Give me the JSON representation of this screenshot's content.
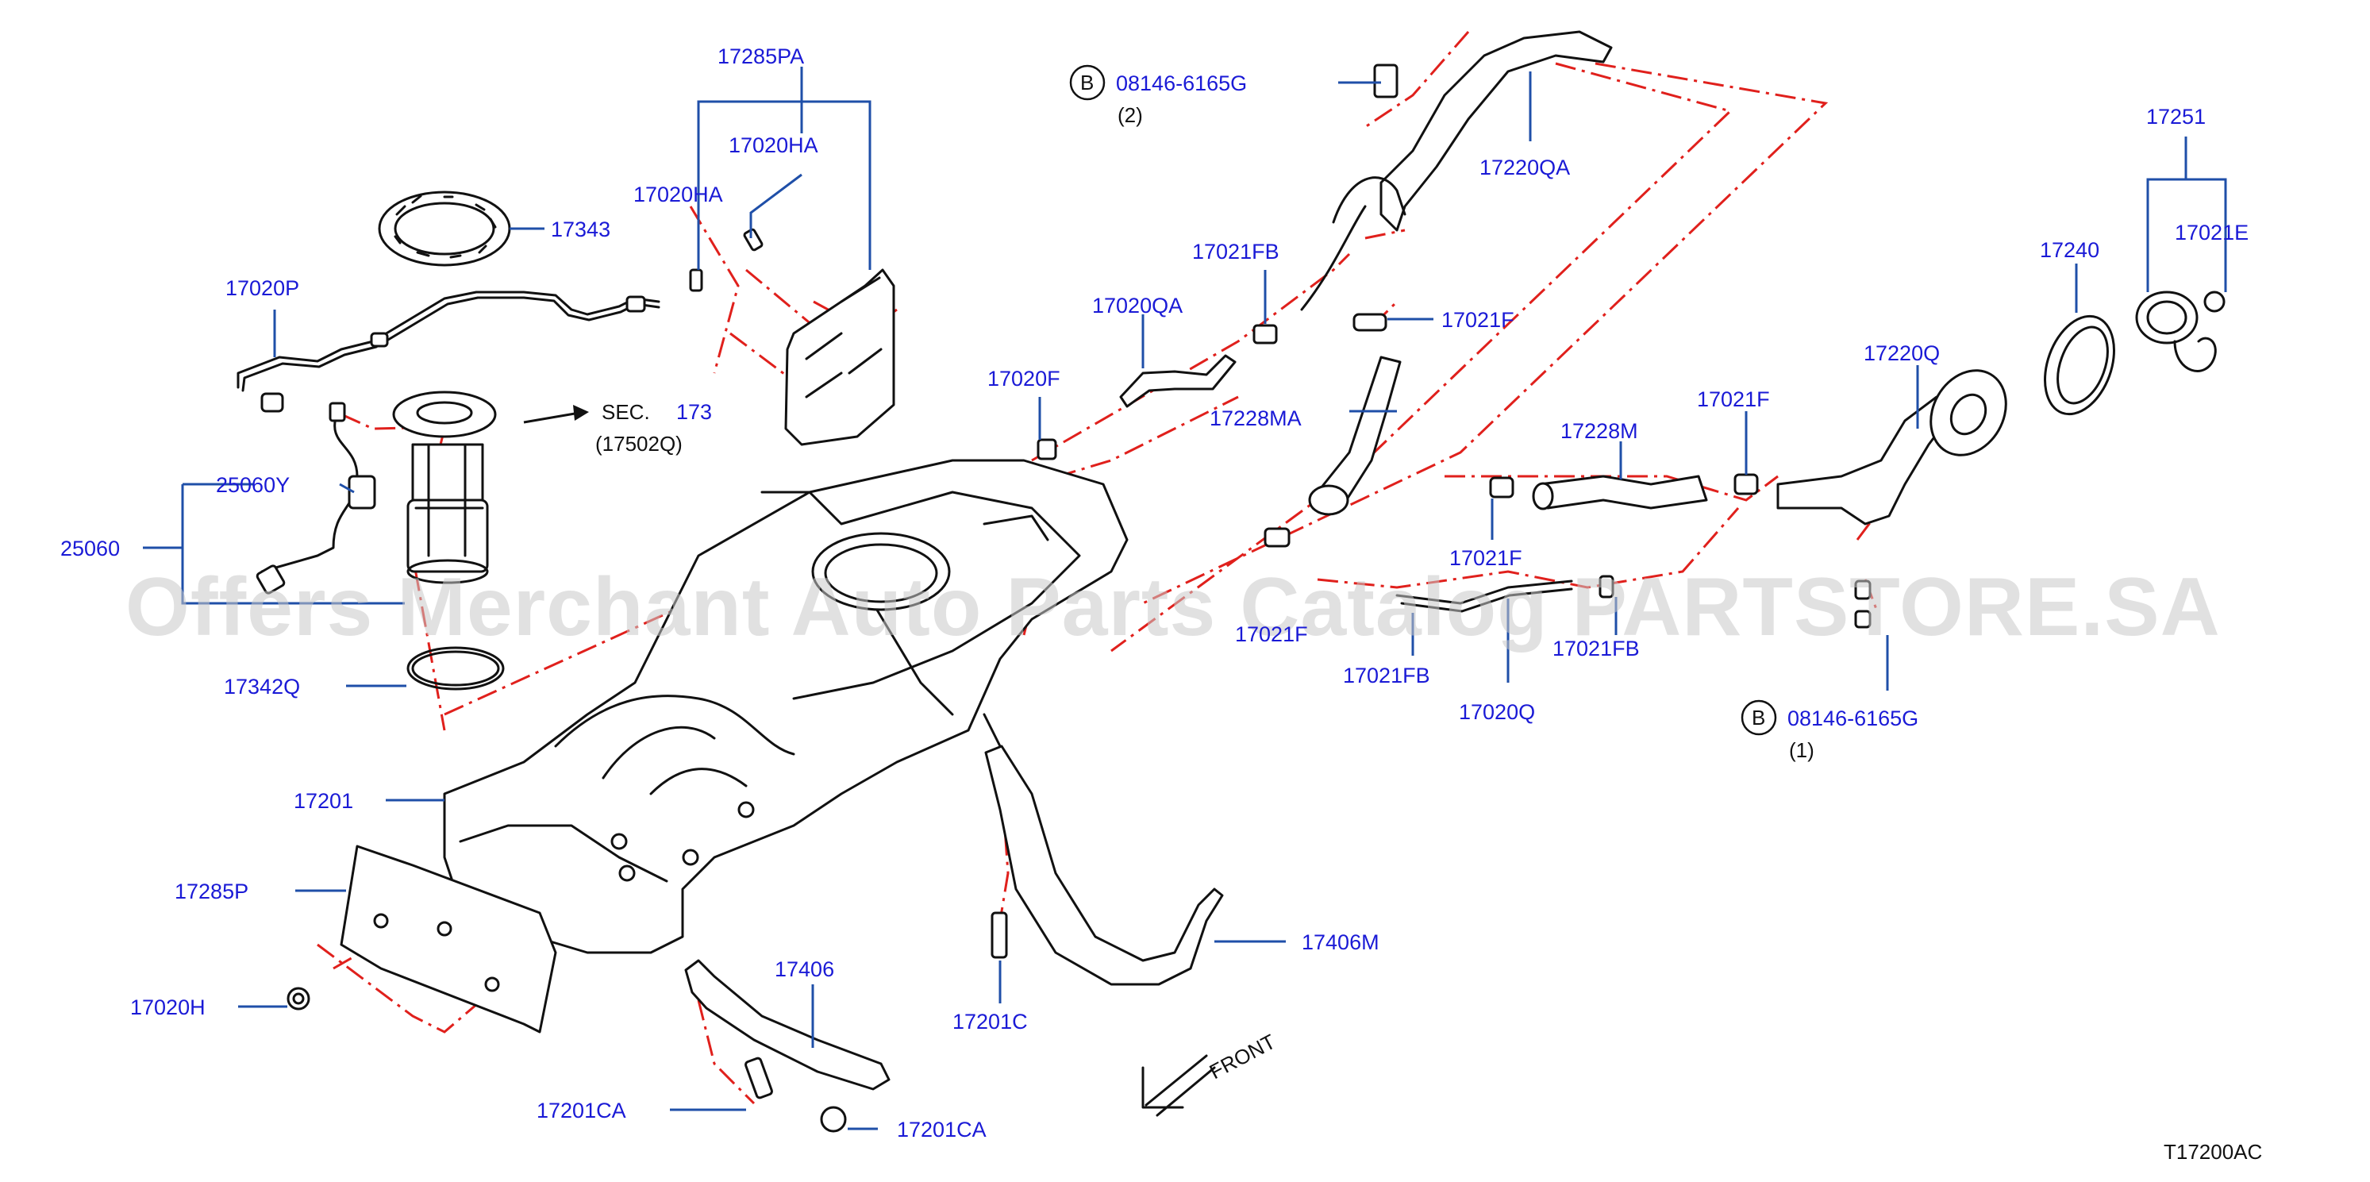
{
  "diagram": {
    "watermark": "Offers Merchant Auto Parts Catalog PARTSTORE.SA",
    "drawing_code": "T17200AC",
    "front_label": "FRONT",
    "sec_ref": {
      "prefix": "SEC.",
      "number": "173",
      "sub": "(17502Q)"
    },
    "bolt_b1": {
      "badge": "B",
      "part": "08146-6165G",
      "qty": "(2)"
    },
    "bolt_b2": {
      "badge": "B",
      "part": "08146-6165G",
      "qty": "(1)"
    },
    "labels": {
      "p17285PA": "17285PA",
      "p17020HA_a": "17020HA",
      "p17020HA_b": "17020HA",
      "p17343": "17343",
      "p17020P": "17020P",
      "p25060Y": "25060Y",
      "p25060": "25060",
      "p17342Q": "17342Q",
      "p17201": "17201",
      "p17285P": "17285P",
      "p17020H": "17020H",
      "p17406": "17406",
      "p17201CA_a": "17201CA",
      "p17201CA_b": "17201CA",
      "p17201C": "17201C",
      "p17406M": "17406M",
      "p17020F": "17020F",
      "p17020QA": "17020QA",
      "p17021FB_a": "17021FB",
      "p17228MA": "17228MA",
      "p17021F_a": "17021F",
      "p17220QA": "17220QA",
      "p17228M": "17228M",
      "p17021F_b": "17021F",
      "p17021F_c": "17021F",
      "p17021F_d": "17021F",
      "p17021FB_b": "17021FB",
      "p17021FB_c": "17021FB",
      "p17020Q": "17020Q",
      "p17220Q": "17220Q",
      "p17240": "17240",
      "p17251": "17251",
      "p17021E": "17021E"
    }
  }
}
